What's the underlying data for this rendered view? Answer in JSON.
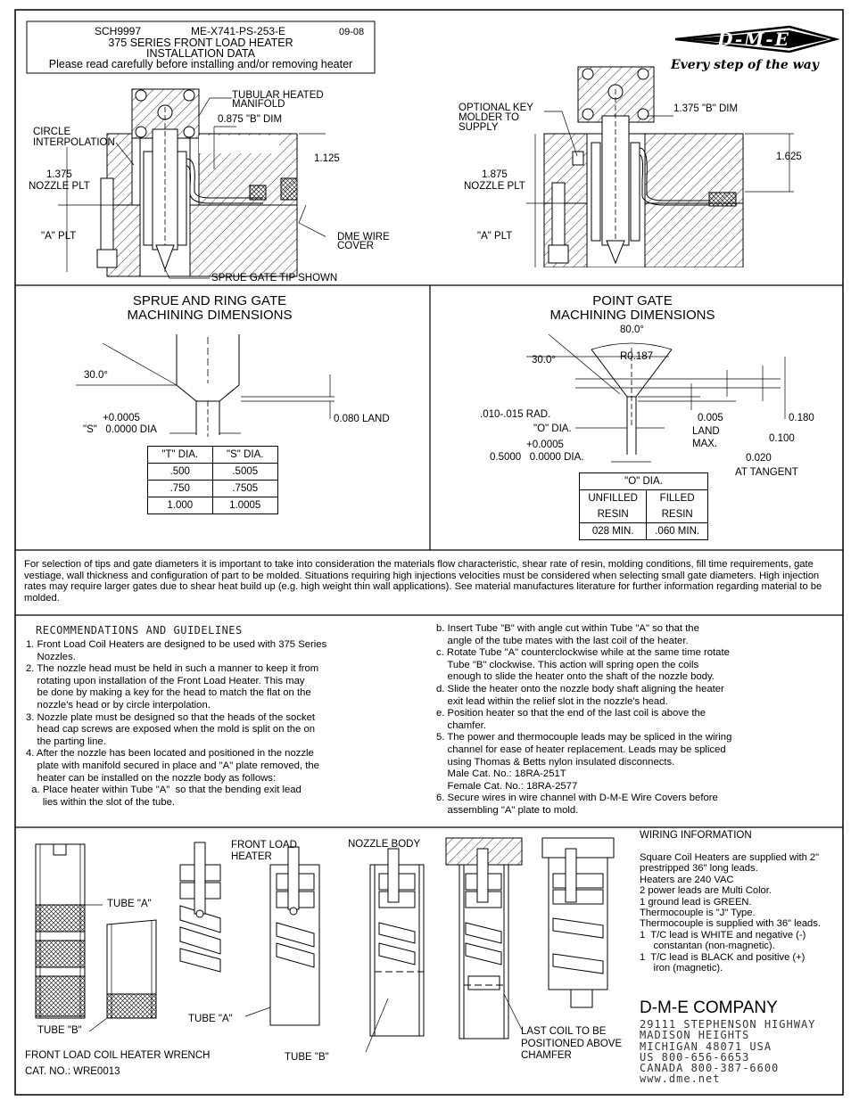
{
  "header": {
    "doc_id": "SCH9997",
    "doc_code": "ME-X741-PS-253-E",
    "date": "09-08",
    "title_line1": "375 SERIES FRONT LOAD HEATER",
    "title_line2": "INSTALLATION DATA",
    "title_line3": "Please read carefully before installing and/or removing heater",
    "logo_text": "D-M-E",
    "tagline": "Every step of the way"
  },
  "top_left_diagram": {
    "tubular_heated_manifold": "TUBULAR HEATED MANIFOLD",
    "b_dim": "0.875 \"B\" DIM",
    "circle_interpolation": "CIRCLE INTERPOLATION",
    "dim_1125": "1.125",
    "nozzle_plt_dim": "1.375",
    "nozzle_plt": "NOZZLE PLT",
    "a_plt": "\"A\" PLT",
    "dme_wire_cover": "DME WIRE COVER",
    "sprue_gate_tip": "SPRUE GATE TIP SHOWN"
  },
  "top_right_diagram": {
    "optional_key": "OPTIONAL KEY MOLDER TO SUPPLY",
    "b_dim": "1.375 \"B\" DIM",
    "dim_1625": "1.625",
    "nozzle_plt_dim": "1.875",
    "nozzle_plt": "NOZZLE PLT",
    "a_plt": "\"A\" PLT"
  },
  "sprue_section": {
    "heading1": "SPRUE AND RING GATE",
    "heading2": "MACHINING DIMENSIONS",
    "angle": "30.0°",
    "tol_upper": "+0.0005",
    "s_dia": "\"S\"   0.0000 DIA",
    "land": "0.080 LAND",
    "table_headers": [
      "\"T\" DIA.",
      "\"S\" DIA."
    ],
    "table_rows": [
      [
        ".500",
        ".5005"
      ],
      [
        ".750",
        ".7505"
      ],
      [
        "1.000",
        "1.0005"
      ]
    ]
  },
  "point_gate_section": {
    "heading1": "POINT GATE",
    "heading2": "MACHINING DIMENSIONS",
    "angle_top": "80.0°",
    "angle_side": "30.0°",
    "radius": "R0.187",
    "rad": ".010-.015 RAD.",
    "o_dia": "\"O\" DIA.",
    "tol_upper": "+0.0005",
    "dia": "0.5000   0.0000 DIA.",
    "land_max_val": "0.005",
    "land_max_label1": "LAND",
    "land_max_label2": "MAX.",
    "dim_0180": "0.180",
    "dim_0100": "0.100",
    "dim_0020": "0.020",
    "at_tangent": "AT TANGENT",
    "table_header": "\"O\" DIA.",
    "table_sub": [
      [
        "UNFILLED",
        "FILLED"
      ],
      [
        "RESIN",
        "RESIN"
      ]
    ],
    "table_vals": [
      "028 MIN.",
      ".060 MIN."
    ]
  },
  "selection_note": "For selection of tips and gate diameters it is important to take into consideration the materials flow characteristic, shear rate of resin, molding conditions, fill time requirements, gate vestiage, wall thickness and configuration of part to be molded. Situations requiring high injections velocities must be considered when selecting small gate diameters. High injection rates may require larger gates due to shear heat build up (e.g. high weight thin wall applications). See material manufactures literature for further information regarding material to be molded.",
  "recommendations": {
    "title": "RECOMMENDATIONS AND GUIDELINES",
    "left_items": [
      "1. Front Load Coil Heaters are designed to be used with 375 Series",
      "    Nozzles.",
      "2. The nozzle head must be held in such a manner to keep it from",
      "    rotating upon installation of the Front Load Heater. This may",
      "    be done by making a key for the head to match the flat on the",
      "    nozzle's head or by circle interpolation.",
      "3. Nozzle plate must be designed so that the heads of the socket",
      "    head cap screws are exposed when the mold is split on the on",
      "    the parting line.",
      "4. After the nozzle has been located and positioned in the nozzle",
      "    plate with manifold secured in place and \"A\" plate removed, the",
      "    heater can be installed on the nozzle body as follows:",
      "  a. Place heater within Tube \"A\"  so that the bending exit lead",
      "      lies within the slot of the tube."
    ],
    "right_items": [
      "b. Insert Tube \"B\" with angle cut within Tube \"A\" so that the",
      "    angle of the tube mates with the last coil of the heater.",
      "c. Rotate Tube \"A\" counterclockwise while at the same time rotate",
      "    Tube \"B\" clockwise. This action will spring open the coils",
      "    enough to slide the heater onto the shaft of the nozzle body.",
      "d. Slide the heater onto the nozzle body shaft aligning the heater",
      "    exit lead within the relief slot in the nozzle's head.",
      "e. Position heater so that the end of the last coil is above the",
      "    chamfer.",
      "5. The power and thermocouple leads may be spliced in the wiring",
      "    channel for ease of heater replacement. Leads may be spliced",
      "    using Thomas & Betts nylon insulated disconnects.",
      "    Male Cat. No.: 18RA-251T",
      "    Female Cat. No.: 18RA-2577",
      "6. Secure wires in wire channel with D-M-E Wire Covers before",
      "    assembling \"A\" plate to mold."
    ]
  },
  "bottom": {
    "tube_a": "TUBE \"A\"",
    "tube_b": "TUBE \"B\"",
    "wrench": "FRONT LOAD COIL HEATER WRENCH",
    "cat_no": "CAT. NO.: WRE0013",
    "front_load_heater": "FRONT LOAD HEATER",
    "tube_a2": "TUBE \"A\"",
    "tube_b2": "TUBE \"B\"",
    "nozzle_body": "NOZZLE BODY",
    "last_coil": "LAST COIL TO BE POSITIONED ABOVE CHAMFER",
    "wiring_title": "WIRING INFORMATION",
    "wiring_lines": [
      "Square Coil Heaters are supplied with 2\"",
      "prestripped 36\" long leads.",
      "Heaters are 240 VAC",
      "2 power leads are Multi Color.",
      "1 ground lead is GREEN.",
      "Thermocouple is \"J\" Type.",
      "Thermocouple is supplied with 36\" leads.",
      "1  T/C lead is WHITE and negative (-)",
      "     constantan (non-magnetic).",
      "1  T/C lead is BLACK and positive (+)",
      "     iron (magnetic)."
    ],
    "company": "D-M-E COMPANY",
    "address": [
      "29111 STEPHENSON HIGHWAY",
      "MADISON HEIGHTS",
      "MICHIGAN 48071 USA",
      "US 800-656-6653",
      "CANADA 800-387-6600",
      "www.dme.net"
    ]
  }
}
